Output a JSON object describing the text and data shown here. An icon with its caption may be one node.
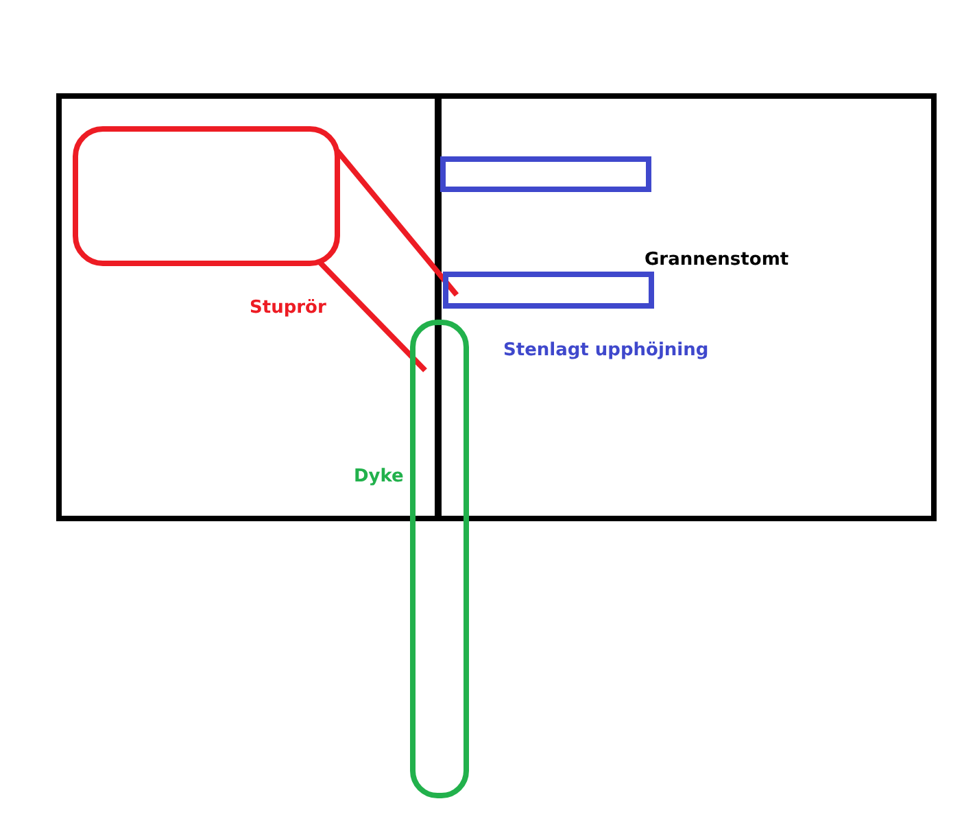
{
  "diagram": {
    "labels": [
      "Grannenstomt",
      "Stuprör",
      "Stenlagt upphöjning",
      "Dyke"
    ]
  }
}
